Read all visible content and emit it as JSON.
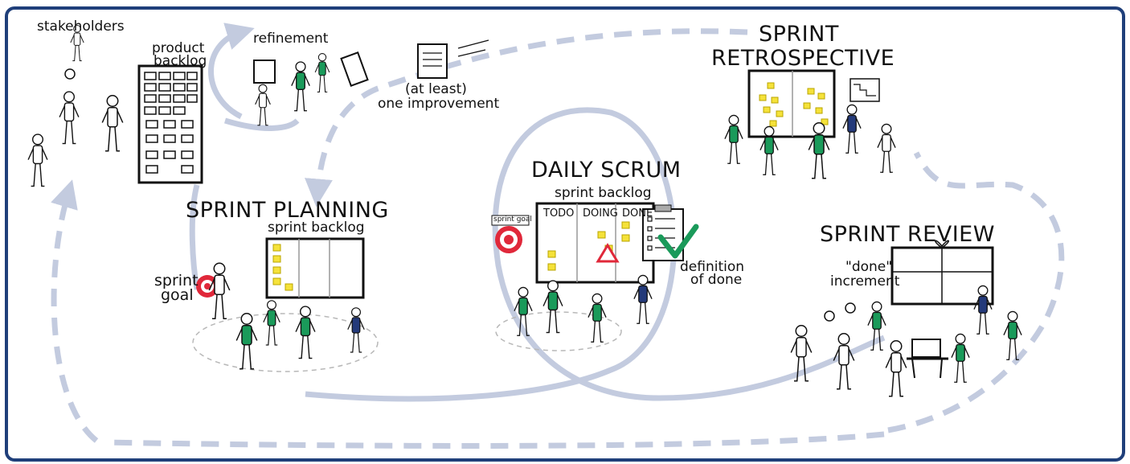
{
  "labels": {
    "stakeholders": "stakeholders",
    "product_backlog_1": "product",
    "product_backlog_2": "backlog",
    "refinement": "refinement",
    "improvement_1": "(at least)",
    "improvement_2": "one improvement",
    "sprint_retrospective_1": "SPRINT",
    "sprint_retrospective_2": "RETROSPECTIVE",
    "daily_scrum": "DAILY SCRUM",
    "sprint_backlog_daily": "sprint backlog",
    "todo": "TODO",
    "doing": "DOING",
    "done": "DONE",
    "sprint_goal_small": "sprint goal",
    "definition_of_done_1": "definition",
    "definition_of_done_2": "of done",
    "sprint_planning": "SPRINT PLANNING",
    "sprint_backlog_planning": "sprint backlog",
    "sprint_goal_1": "sprint",
    "sprint_goal_2": "goal",
    "sprint_review": "SPRINT REVIEW",
    "done_increment_1": "\"done\"",
    "done_increment_2": "increment"
  },
  "colors": {
    "frame": "#1f3f7a",
    "arrow": "#c3cbdf",
    "green": "#1a9a5a",
    "navy": "#243a7a",
    "red": "#e0283a",
    "sticky": "#f5e23a",
    "ink": "#111111",
    "grey": "#b8b8b8"
  },
  "icons": [
    "target-icon",
    "checkmark-icon",
    "warning-icon",
    "lightbulb-icon",
    "coffee-cup-icon",
    "laptop-icon",
    "gift-box-icon"
  ]
}
